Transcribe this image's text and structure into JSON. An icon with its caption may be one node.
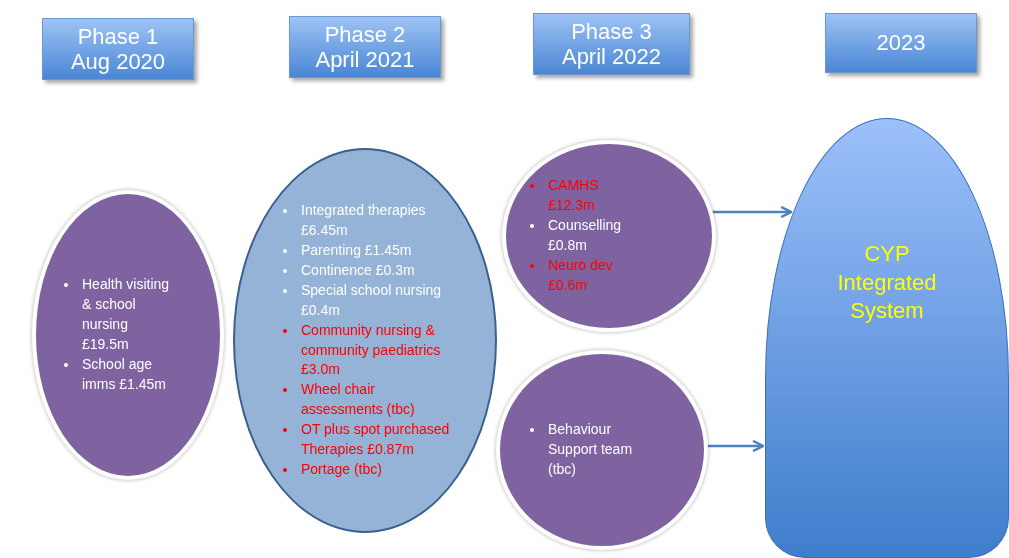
{
  "diagram": {
    "nodes": [
      {
        "text": [
          "Phase 1",
          "Aug 2020"
        ]
      },
      {
        "text": [
          "Phase 2",
          "April 2021"
        ]
      },
      {
        "text": [
          "Phase 3",
          "April 2022"
        ]
      },
      {
        "text": [
          "2023"
        ]
      },
      {
        "text": [
          "Health visiting & school nursing £19.5m",
          "School age imms £1.45m"
        ]
      },
      {
        "text": [
          "Integrated therapies £6.45m",
          "Parenting £1.45m",
          "Continence £0.3m",
          "Special school nursing £0.4m",
          "Community nursing & community paediatrics £3.0m",
          "Wheel chair assessments (tbc)",
          "OT plus spot purchased Therapies £0.87m",
          "Portage (tbc)"
        ]
      },
      {
        "text": [
          "CAMHS £12.3m",
          "Counselling £0.8m",
          "Neuro dev £0.6m"
        ]
      },
      {
        "text": [
          "Behaviour Support team (tbc)"
        ]
      },
      {
        "text": [
          "CYP Integrated System"
        ]
      }
    ],
    "edges": [
      {
        "from": 6,
        "to": 8,
        "arrow": "to"
      },
      {
        "from": 7,
        "to": 8,
        "arrow": "to"
      }
    ]
  }
}
